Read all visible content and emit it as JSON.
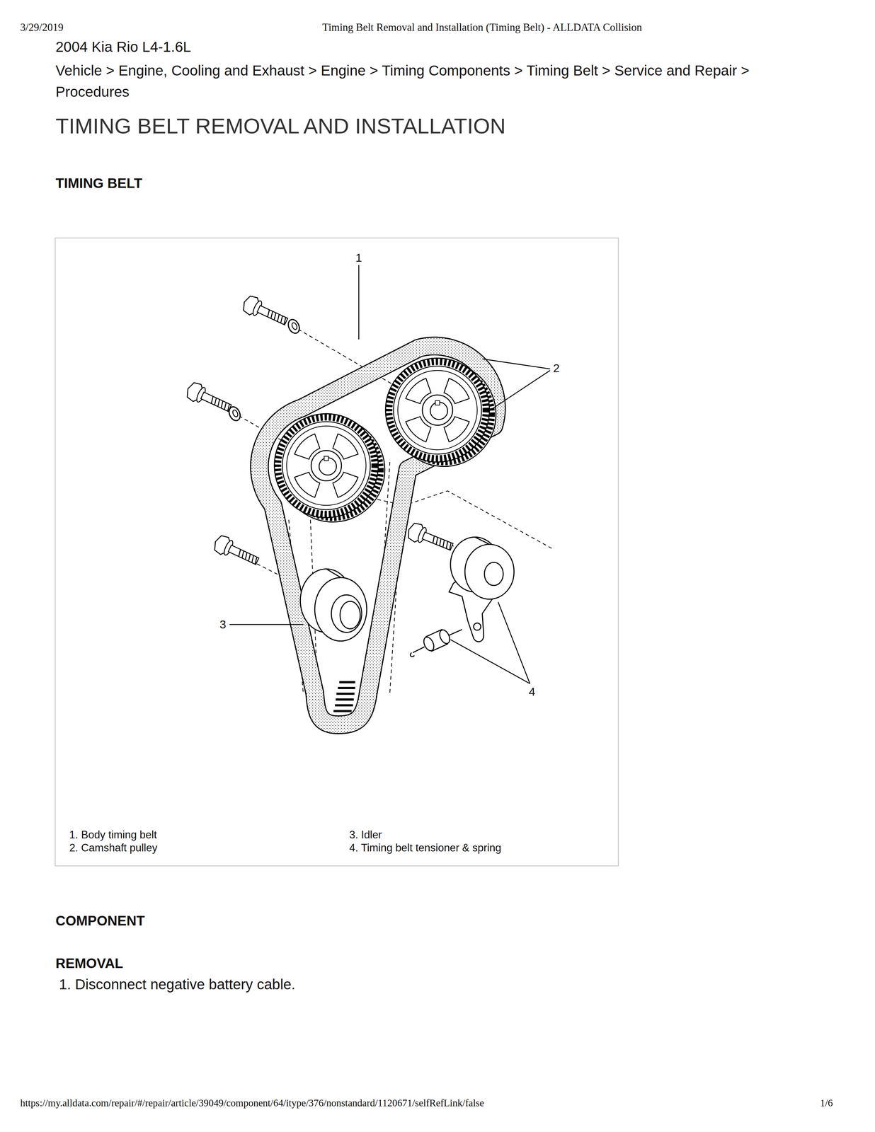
{
  "diagram": {
    "title": "TIMING BELT REMOVAL AND INSTALLATION",
    "labels": [
      "3/29/2019",
      "Timing Belt Removal and Installation (Timing Belt) - ALLDATA Collision",
      "2004 Kia Rio L4-1.6L",
      "Vehicle > Engine, Cooling and Exhaust > Engine > Timing Components > Timing Belt > Service and Repair > Procedures",
      "TIMING BELT",
      "1",
      "2",
      "3",
      "4",
      "1. Body timing belt",
      "2. Camshaft pulley",
      "3. Idler",
      "4. Timing belt tensioner & spring",
      "COMPONENT",
      "REMOVAL",
      "1. Disconnect negative battery cable.",
      "https://my.alldata.com/repair/#/repair/article/39049/component/64/itype/376/nonstandard/1120671/selfRefLink/false",
      "1/6"
    ]
  }
}
